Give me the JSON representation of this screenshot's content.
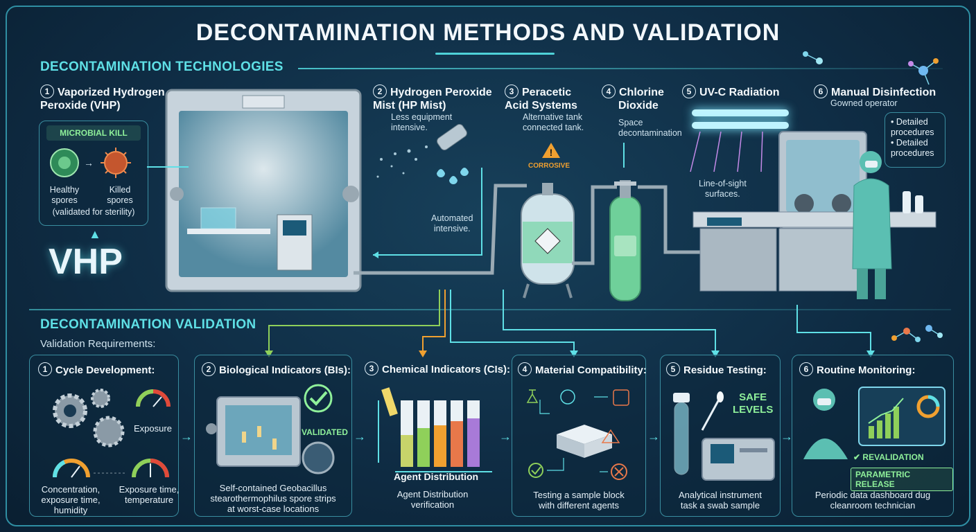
{
  "title": "DECONTAMINATION METHODS AND VALIDATION",
  "tech_section": "DECONTAMINATION TECHNOLOGIES",
  "val_section": "DECONTAMINATION VALIDATION",
  "val_requirements": "Validation Requirements:",
  "technologies": [
    {
      "num": "1",
      "title_lines": [
        "Vaporized Hydrogen",
        "Peroxide (VHP)"
      ],
      "sub": ""
    },
    {
      "num": "2",
      "title_lines": [
        "Hydrogen Peroxide",
        "Mist (HP Mist)"
      ],
      "sub_lines": [
        "Less equipment",
        "intensive."
      ],
      "note_lines": [
        "Automated",
        "intensive."
      ]
    },
    {
      "num": "3",
      "title_lines": [
        "Peracetic",
        "Acid Systems"
      ],
      "sub_lines": [
        "Alternative tank",
        "connected tank."
      ],
      "warning": "CORROSIVE"
    },
    {
      "num": "4",
      "title_lines": [
        "Chlorine",
        "Dioxide"
      ],
      "sub_lines": [
        "Space",
        "decontamination"
      ]
    },
    {
      "num": "5",
      "title_lines": [
        "UV-C Radiation"
      ],
      "note_lines": [
        "Line-of-sight",
        "surfaces."
      ]
    },
    {
      "num": "6",
      "title_lines": [
        "Manual Disinfection"
      ],
      "sub_lines": [
        "Gowned operator"
      ],
      "bubble": [
        "Detailed procedures",
        "Detailed procedures"
      ]
    }
  ],
  "microbial": {
    "heading": "MICROBIAL KILL",
    "healthy": [
      "Healthy",
      "spores"
    ],
    "killed": [
      "Killed",
      "spores"
    ],
    "caption": "(validated for sterility)",
    "logo": "VHP"
  },
  "validation": [
    {
      "num": "1",
      "title": "Cycle Development:",
      "labels": [
        "Exposure",
        "Concentration,",
        "exposure time,",
        "humidity",
        "Exposure time,",
        "temperature"
      ]
    },
    {
      "num": "2",
      "title": "Biological Indicators (BIs):",
      "tag": "VALIDATED",
      "caption_lines": [
        "Self-contained Geobacillus",
        "stearothermophilus spore strips",
        "at worst-case locations"
      ]
    },
    {
      "num": "3",
      "title": "Chemical Indicators (CIs):",
      "chart_label": "Agent Distribution",
      "caption_lines": [
        "Agent Distribution",
        "verification"
      ]
    },
    {
      "num": "4",
      "title": "Material Compatibility:",
      "caption_lines": [
        "Testing a sample block",
        "with different agents"
      ]
    },
    {
      "num": "5",
      "title": "Residue Testing:",
      "tag_lines": [
        "SAFE",
        "LEVELS"
      ],
      "caption_lines": [
        "Analytical instrument",
        "task a swab sample"
      ]
    },
    {
      "num": "6",
      "title": "Routine Monitoring:",
      "tags": [
        "REVALIDATION",
        "PARAMETRIC RELEASE"
      ],
      "caption_lines": [
        "Periodic data dashboard dug",
        "cleanroom technician"
      ]
    }
  ],
  "colors": {
    "accent": "#5fe0e6",
    "green": "#8ff09a",
    "warning": "#f0a030",
    "frame": "#2f8fa3"
  }
}
